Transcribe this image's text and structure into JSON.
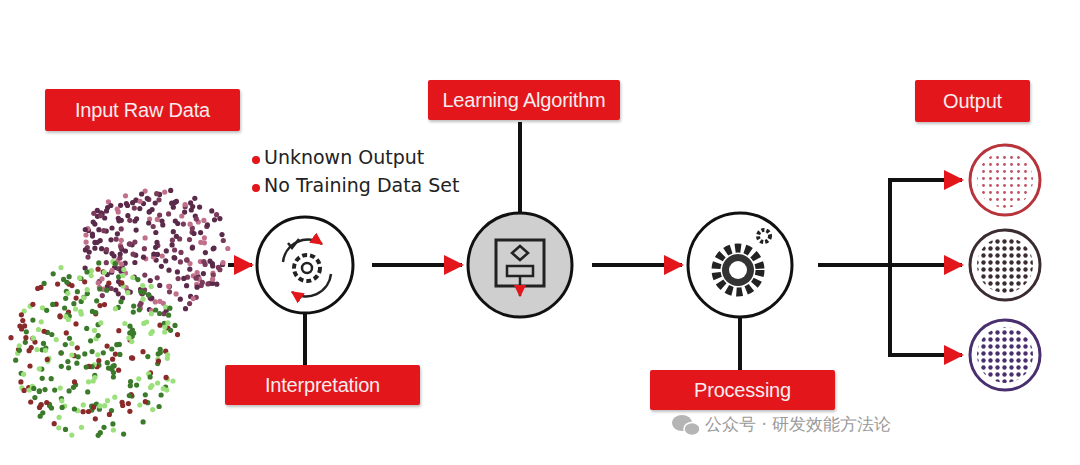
{
  "diagram": {
    "nodes": [
      {
        "text": [
          "Input Raw Data"
        ]
      },
      {
        "text": [
          "Learning Algorithm"
        ]
      },
      {
        "text": [
          "Output"
        ]
      },
      {
        "text": [
          "Interpretation"
        ]
      },
      {
        "text": [
          "Processing"
        ]
      }
    ],
    "labels": [
      "Unknown Output",
      "No Training Data Set",
      "公众号 · 研发效能方法论"
    ]
  }
}
